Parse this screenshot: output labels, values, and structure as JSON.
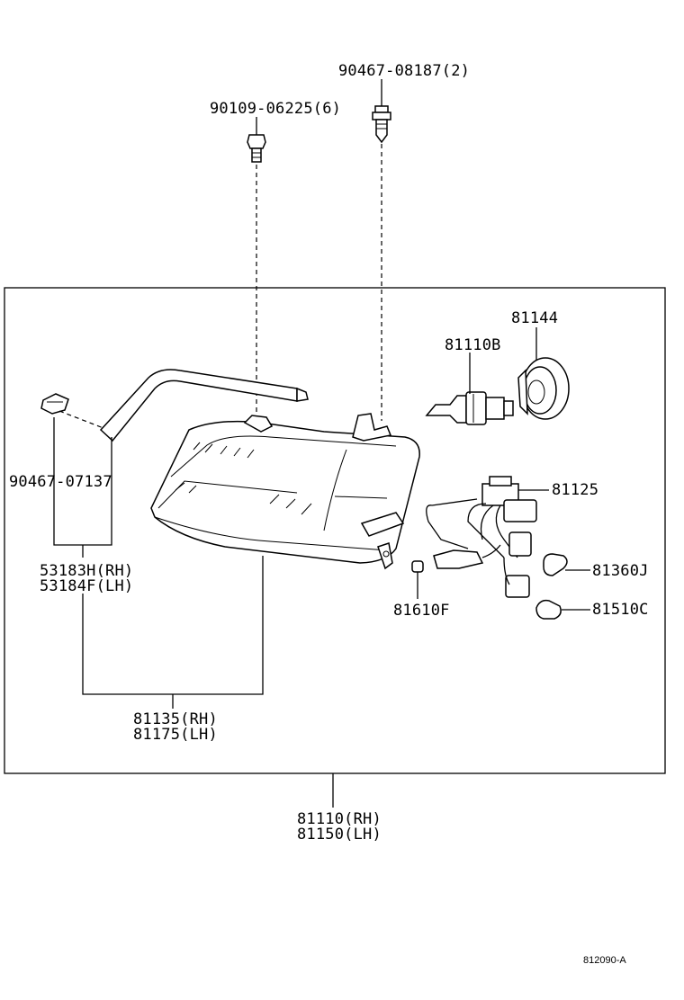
{
  "parts": {
    "bolt_top_right": "90467-08187(2)",
    "bolt_top_left": "90109-06225(6)",
    "clip": "90467-07137",
    "trim_rh": "53183H(RH)",
    "trim_lh": "53184F(LH)",
    "unit_rh": "81135(RH)",
    "unit_lh": "81175(LH)",
    "socket_cover": "81144",
    "bulb_main": "81110B",
    "wire_harness": "81125",
    "bulb_small": "81360J",
    "bulb_side": "81610F",
    "bulb_wedge": "81510C",
    "assembly_rh": "81110(RH)",
    "assembly_lh": "81150(LH)"
  },
  "figure_ref": "812090-A"
}
